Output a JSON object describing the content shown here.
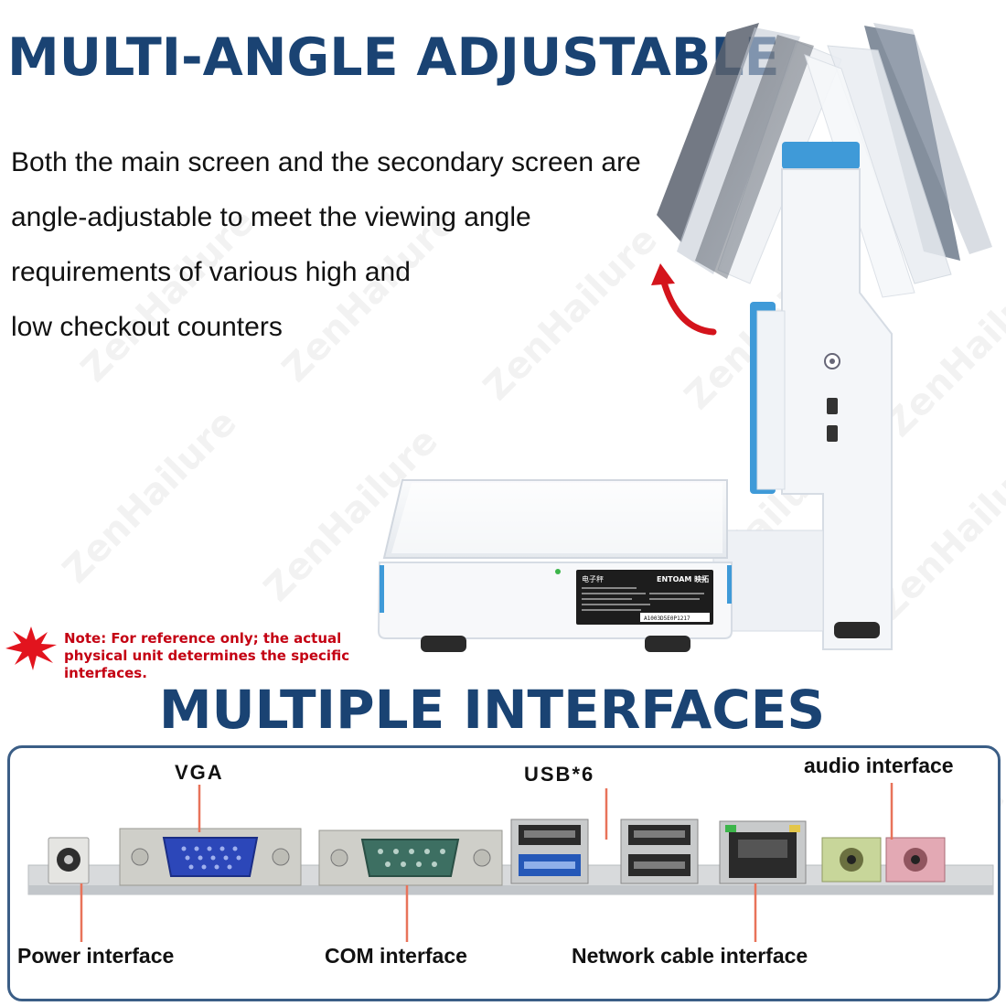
{
  "watermark": "ZenHailure",
  "heading_top": "MULTI-ANGLE ADJUSTABLE",
  "description_lines": [
    "Both the main screen and the secondary screen are",
    "angle-adjustable to meet the viewing angle",
    "requirements of various high and",
    "low checkout counters"
  ],
  "product_label": {
    "brand": "ENTOAM 映拓",
    "cn_title": "电子秤",
    "serial": "A1003D5E0P1217"
  },
  "note": {
    "line1": "Note: For reference only; the actual",
    "line2": "physical unit determines the specific interfaces."
  },
  "heading_bottom": "MULTIPLE INTERFACES",
  "interfaces": {
    "vga": "VGA",
    "usb": "USB*6",
    "audio": "audio interface",
    "power": "Power interface",
    "com": "COM interface",
    "network": "Network cable interface"
  },
  "colors": {
    "heading": "#1a4373",
    "note": "#c40012",
    "pointer_line": "#e8735a",
    "accent_blue": "#3f9ad8"
  }
}
